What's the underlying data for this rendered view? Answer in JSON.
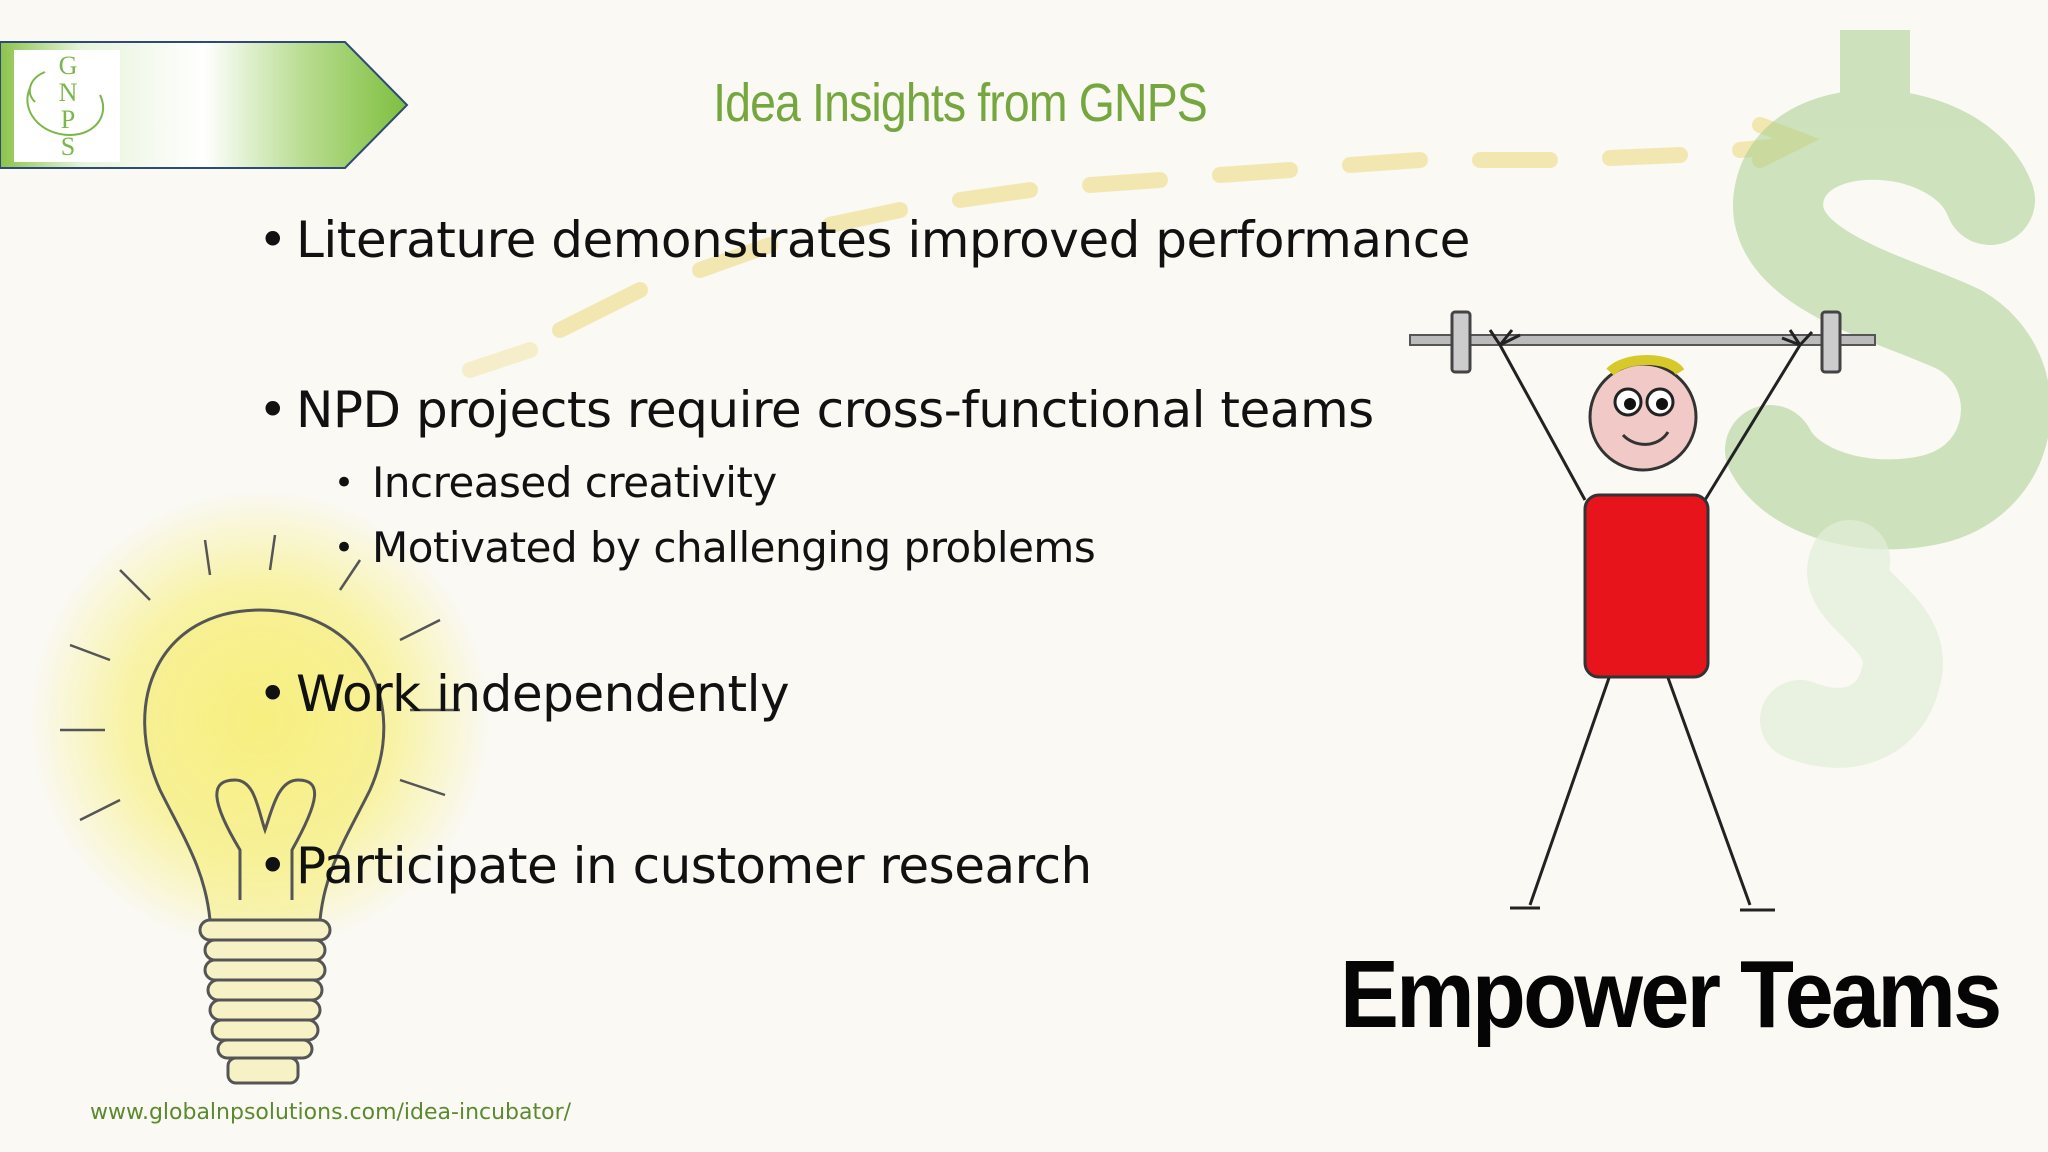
{
  "slide": {
    "title": "Idea Insights from GNPS",
    "logo_letters": [
      "G",
      "N",
      "P",
      "S"
    ],
    "bullets": [
      {
        "text": "Literature demonstrates improved performance",
        "level": 1
      },
      {
        "text": "NPD projects require cross-functional teams",
        "level": 1
      },
      {
        "text": "Increased creativity",
        "level": 2
      },
      {
        "text": "Motivated by challenging problems",
        "level": 2
      },
      {
        "text": "Work independently",
        "level": 1
      },
      {
        "text": "Participate in customer research",
        "level": 1
      }
    ],
    "bullet_glyph": "•",
    "caption": "Empower Teams",
    "footer_url": "www.globalnpsolutions.com/idea-incubator/"
  },
  "colors": {
    "title": "#76a73e",
    "banner_border": "#2e4a7a",
    "body_shirt": "#e8141c",
    "dollar": "#a8cf8f",
    "bulb_glow": "#f7ee6a"
  },
  "icons": [
    "lightbulb-icon",
    "dollar-sign-icon",
    "weightlifter-figure",
    "dashed-arrow"
  ]
}
